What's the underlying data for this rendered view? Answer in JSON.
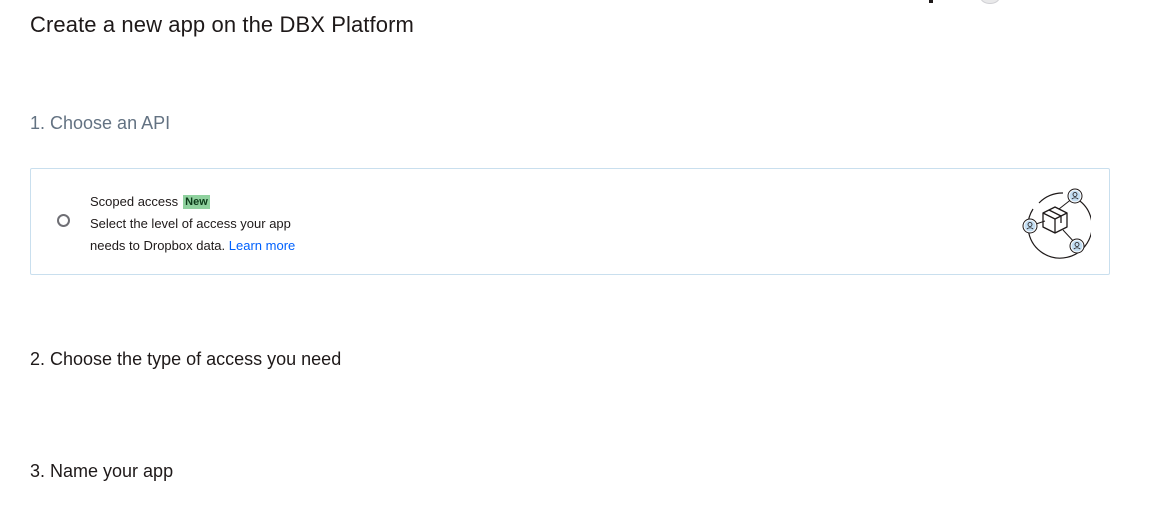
{
  "page": {
    "title": "Create a new app on the DBX Platform"
  },
  "steps": {
    "step1": "1. Choose an API",
    "step2": "2. Choose the type of access you need",
    "step3": "3. Name your app"
  },
  "api_option": {
    "title": "Scoped access",
    "badge": "New",
    "description_line1": "Select the level of access your app",
    "description_line2": "needs to Dropbox data.",
    "link": "Learn more",
    "selected": false,
    "illustration_icon": "network-cube-icon"
  },
  "colors": {
    "link": "#0061fe",
    "badge_bg": "#8fd19e",
    "card_border": "#c9dfee",
    "muted_heading": "#637282"
  }
}
